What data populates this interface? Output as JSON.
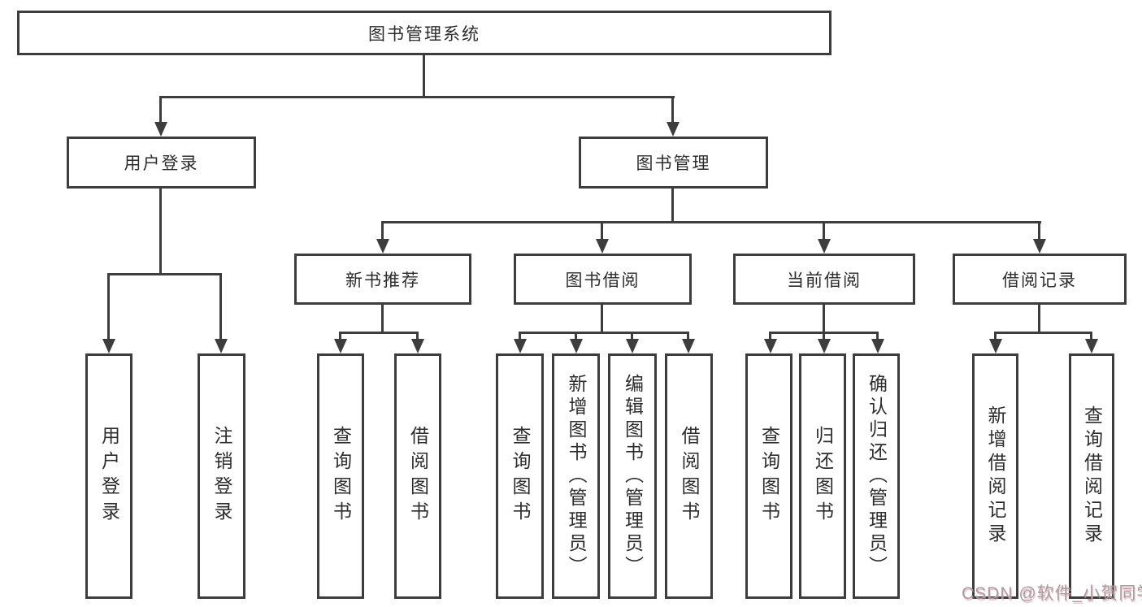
{
  "tree": {
    "root": {
      "label": "图书管理系统",
      "children": [
        {
          "label": "用户登录",
          "children": [
            {
              "label": "用户登录"
            },
            {
              "label": "注销登录"
            }
          ]
        },
        {
          "label": "图书管理",
          "children": [
            {
              "label": "新书推荐",
              "children": [
                {
                  "label": "查询图书"
                },
                {
                  "label": "借阅图书"
                }
              ]
            },
            {
              "label": "图书借阅",
              "children": [
                {
                  "label": "查询图书"
                },
                {
                  "label": "新增图书（管理员）"
                },
                {
                  "label": "编辑图书（管理员）"
                },
                {
                  "label": "借阅图书"
                }
              ]
            },
            {
              "label": "当前借阅",
              "children": [
                {
                  "label": "查询图书"
                },
                {
                  "label": "归还图书"
                },
                {
                  "label": "确认归还（管理员）"
                }
              ]
            },
            {
              "label": "借阅记录",
              "children": [
                {
                  "label": "新增借阅记录"
                },
                {
                  "label": "查询借阅记录"
                }
              ]
            }
          ]
        }
      ]
    }
  },
  "colors": {
    "line": "#3d3d3d",
    "text": "#2d2d2d",
    "background": "#ffffff",
    "watermark_grey": "#a3a0a1",
    "watermark_pink": "#ee96ac"
  },
  "watermark": {
    "text": "CSDN @软件_小贺同学"
  }
}
